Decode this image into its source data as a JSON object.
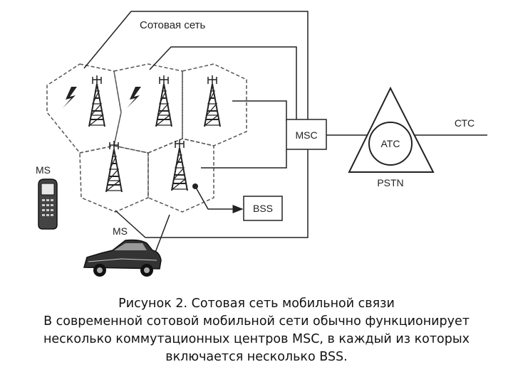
{
  "diagram": {
    "title": "Сотовая сеть",
    "msc_label": "MSC",
    "bss_label": "BSS",
    "atc_label": "АТС",
    "pstn_label": "PSTN",
    "ctc_label": "СТС",
    "ms_phone_label": "MS",
    "ms_car_label": "MS",
    "colors": {
      "line": "#222222",
      "dashed": "#555555",
      "background": "#ffffff"
    }
  },
  "caption": {
    "line1": "Рисунок 2. Сотовая сеть мобильной связи",
    "line2": "В современной сотовой мобильной сети обычно функционирует",
    "line3": "несколько коммутационных центров MSC, в каждый из которых",
    "line4": "включается несколько BSS."
  }
}
